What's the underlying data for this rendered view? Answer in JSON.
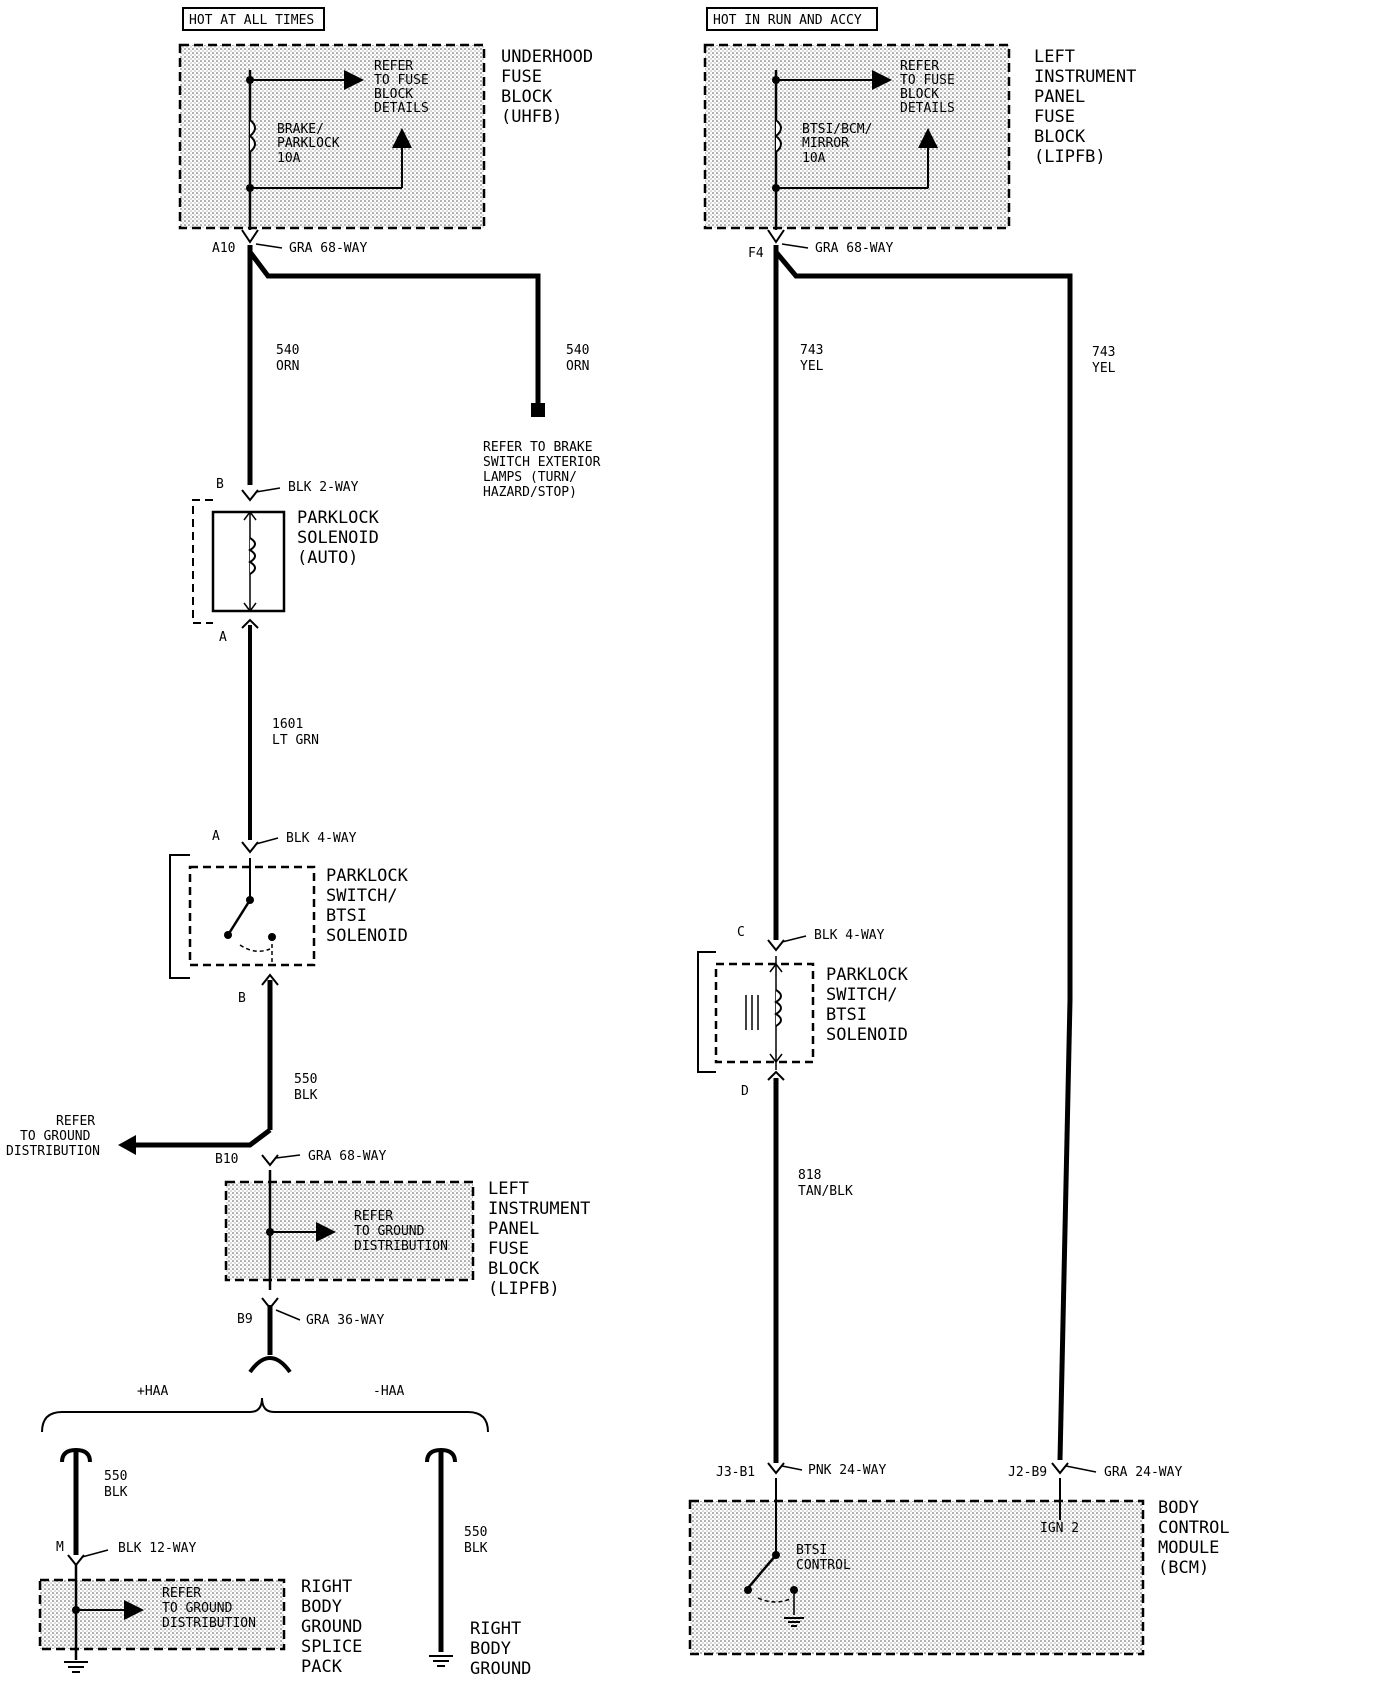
{
  "left": {
    "hot_label": "HOT AT ALL TIMES",
    "fuse_block_name": [
      "UNDERHOOD",
      "FUSE",
      "BLOCK",
      "(UHFB)"
    ],
    "fuse_refer": [
      "REFER",
      "TO FUSE",
      "BLOCK",
      "DETAILS"
    ],
    "fuse": [
      "BRAKE/",
      "PARKLOCK",
      "10A"
    ],
    "conn_a10": "A10",
    "conn_a10_desc": "GRA 68-WAY",
    "wire_540_a": [
      "540",
      "ORN"
    ],
    "wire_540_b": [
      "540",
      "ORN"
    ],
    "brake_refer": [
      "REFER TO BRAKE",
      "SWITCH EXTERIOR",
      "LAMPS (TURN/",
      "HAZARD/STOP)"
    ],
    "sol_pin_top": "B",
    "sol_conn": "BLK 2-WAY",
    "sol_name": [
      "PARKLOCK",
      "SOLENOID",
      "(AUTO)"
    ],
    "sol_pin_bot": "A",
    "wire_1601": [
      "1601",
      "LT GRN"
    ],
    "sw_pin_top": "A",
    "sw_conn": "BLK 4-WAY",
    "sw_name": [
      "PARKLOCK",
      "SWITCH/",
      "BTSI",
      "SOLENOID"
    ],
    "sw_pin_bot": "B",
    "wire_550": [
      "550",
      "BLK"
    ],
    "ground_refer": [
      "REFER",
      "TO GROUND",
      "DISTRIBUTION"
    ],
    "conn_b10": "B10",
    "conn_b10_desc": "GRA 68-WAY",
    "lipfb_name": [
      "LEFT",
      "INSTRUMENT",
      "PANEL",
      "FUSE",
      "BLOCK",
      "(LIPFB)"
    ],
    "lipfb_refer": [
      "REFER",
      "TO GROUND",
      "DISTRIBUTION"
    ],
    "conn_b9": "B9",
    "conn_b9_desc": "GRA 36-WAY",
    "haa_plus": "+HAA",
    "haa_minus": "-HAA",
    "wire_550_c": [
      "550",
      "BLK"
    ],
    "conn_m": "M",
    "conn_m_desc": "BLK 12-WAY",
    "wire_550_d": [
      "550",
      "BLK"
    ],
    "splice_refer": [
      "REFER",
      "TO GROUND",
      "DISTRIBUTION"
    ],
    "splice_name": [
      "RIGHT",
      "BODY",
      "GROUND",
      "SPLICE",
      "PACK"
    ],
    "body_ground": [
      "RIGHT",
      "BODY",
      "GROUND"
    ]
  },
  "right": {
    "hot_label": "HOT IN RUN AND ACCY",
    "fuse_block_name": [
      "LEFT",
      "INSTRUMENT",
      "PANEL",
      "FUSE",
      "BLOCK",
      "(LIPFB)"
    ],
    "fuse_refer": [
      "REFER",
      "TO FUSE",
      "BLOCK",
      "DETAILS"
    ],
    "fuse": [
      "BTSI/BCM/",
      "MIRROR",
      "10A"
    ],
    "conn_f4": "F4",
    "conn_f4_desc": "GRA 68-WAY",
    "wire_743_a": [
      "743",
      "YEL"
    ],
    "wire_743_b": [
      "743",
      "YEL"
    ],
    "sol_pin_top": "C",
    "sol_conn": "BLK 4-WAY",
    "sol_name": [
      "PARKLOCK",
      "SWITCH/",
      "BTSI",
      "SOLENOID"
    ],
    "sol_pin_bot": "D",
    "wire_818": [
      "818",
      "TAN/BLK"
    ],
    "conn_j3": "J3-B1",
    "conn_j3_desc": "PNK 24-WAY",
    "conn_j2": "J2-B9",
    "conn_j2_desc": "GRA 24-WAY",
    "bcm_ign": "IGN 2",
    "bcm_btsi": [
      "BTSI",
      "CONTROL"
    ],
    "bcm_name": [
      "BODY",
      "CONTROL",
      "MODULE",
      "(BCM)"
    ]
  }
}
